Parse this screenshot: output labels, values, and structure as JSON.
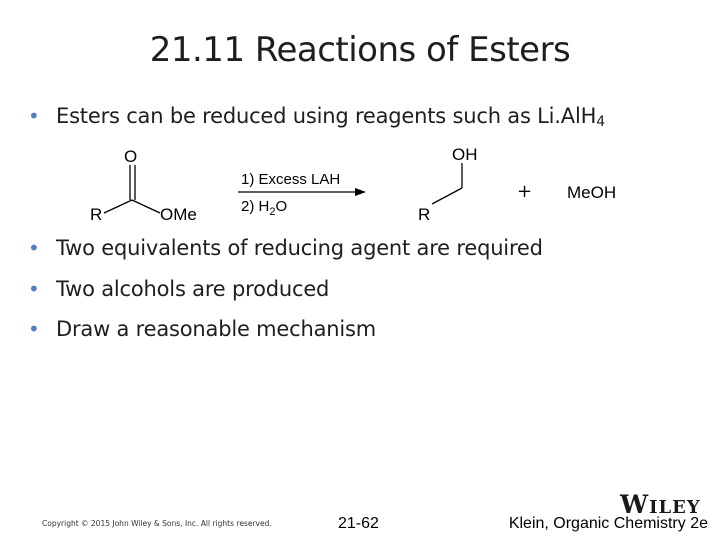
{
  "title": "21.11 Reactions of Esters",
  "bullets_top": [
    {
      "text": "Esters can be reduced using reagents such as Li.AlH",
      "sub": "4"
    }
  ],
  "reaction": {
    "reactant": {
      "carbonyl_o": "O",
      "r_group": "R",
      "ome": "OMe"
    },
    "reagent_1": "1) Excess LAH",
    "reagent_2_prefix": "2) H",
    "reagent_2_sub": "2",
    "reagent_2_suffix": "O",
    "product": {
      "oh": "OH",
      "r_group": "R"
    },
    "plus": "+",
    "byproduct": "MeOH"
  },
  "bullets_bottom": [
    {
      "text": "Two equivalents of reducing agent are required"
    },
    {
      "text": "Two alcohols are produced"
    },
    {
      "text": "Draw a reasonable mechanism"
    }
  ],
  "bullet_glyph": "•",
  "footer": {
    "copyright": "Copyright © 2015 John Wiley & Sons, Inc. All rights reserved.",
    "page": "21-62",
    "book": "Klein, Organic Chemistry 2e",
    "publisher_logo": {
      "first": "W",
      "rest": "ILEY"
    }
  },
  "colors": {
    "bullet": "#4f81bd",
    "text": "#1e1e1e"
  }
}
